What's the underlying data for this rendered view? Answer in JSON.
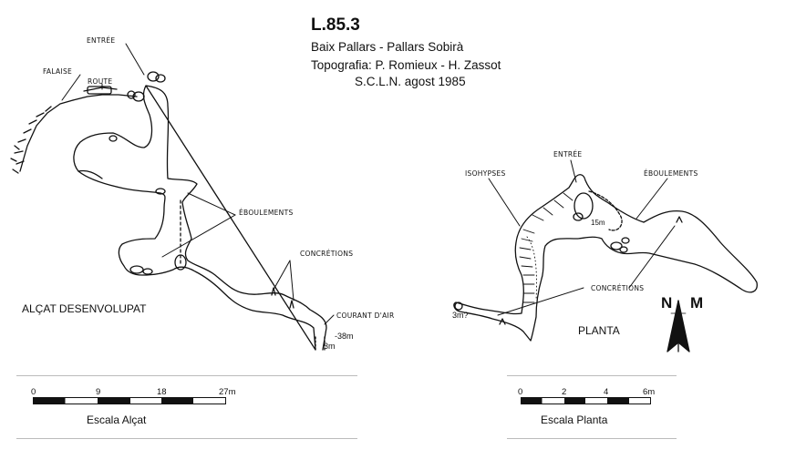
{
  "header": {
    "code": "L.85.3",
    "location": "Baix Pallars - Pallars Sobirà",
    "topography": "Topografia: P. Romieux - H. Zassot",
    "club_date": "S.C.L.N.  agost 1985"
  },
  "elevation": {
    "view_label": "ALÇAT DESENVOLUPAT",
    "labels": {
      "entrance": "ENTRÉE",
      "cliff": "FALAISE",
      "road": "ROUTE",
      "collapses": "ÉBOULEMENTS",
      "concretions": "CONCRÉTIONS",
      "air_current": "COURANT D'AIR",
      "depth": "-38m",
      "pit": "3m"
    },
    "scale": {
      "ticks": [
        "0",
        "9",
        "18",
        "27m"
      ],
      "name": "Escala Alçat"
    }
  },
  "plan": {
    "view_label": "PLANTA",
    "labels": {
      "isohypses": "ISOHYPSES",
      "entrance": "ENTRÉE",
      "collapses": "ÉBOULEMENTS",
      "concretions": "CONCRÉTIONS",
      "pit": "3m?",
      "contour": "15m"
    },
    "north": {
      "n": "N",
      "m": "M"
    },
    "scale": {
      "ticks": [
        "0",
        "2",
        "4",
        "6m"
      ],
      "name": "Escala Planta"
    }
  }
}
